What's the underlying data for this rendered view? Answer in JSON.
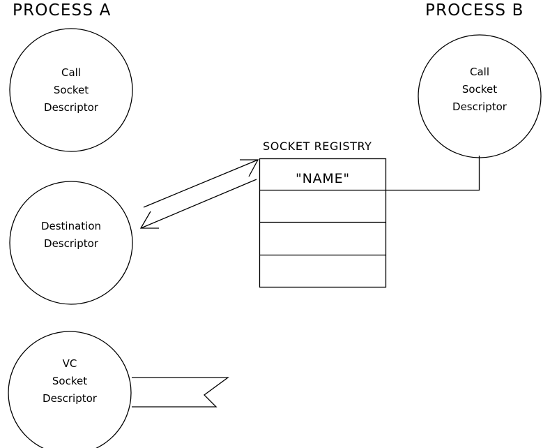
{
  "diagram": {
    "title_left": "PROCESS A",
    "title_right": "PROCESS B",
    "registry_title": "SOCKET REGISTRY",
    "colors": {
      "stroke": "#000000",
      "background": "#ffffff",
      "text": "#000000"
    },
    "nodes": {
      "call_socket_a": {
        "line1": "Call",
        "line2": "Socket",
        "line3": "Descriptor"
      },
      "destination": {
        "line1": "Destination",
        "line2": "Descriptor"
      },
      "vc_socket": {
        "line1": "VC",
        "line2": "Socket",
        "line3": "Descriptor"
      },
      "call_socket_b": {
        "line1": "Call",
        "line2": "Socket",
        "line3": "Descriptor"
      }
    },
    "registry": {
      "rows": [
        {
          "value": "\"NAME\""
        },
        {
          "value": ""
        },
        {
          "value": ""
        },
        {
          "value": ""
        }
      ]
    }
  }
}
